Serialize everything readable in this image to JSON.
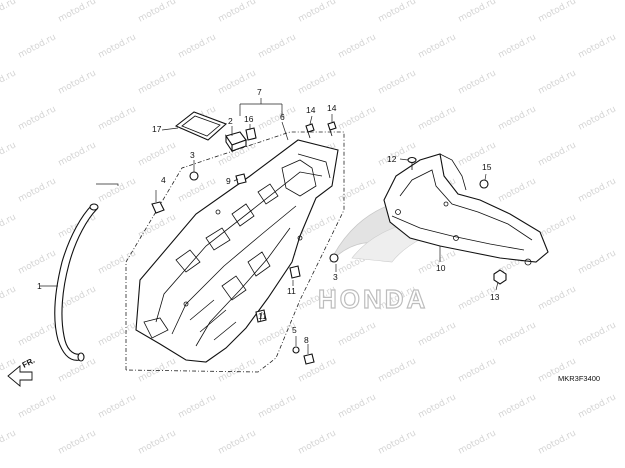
{
  "watermark": {
    "text": "motod.ru"
  },
  "brand": {
    "text": "HONDA"
  },
  "fr_marker": {
    "text": "FR."
  },
  "diagram_code": {
    "text": "MKR3F3400"
  },
  "callouts": [
    {
      "id": "1",
      "label": "1"
    },
    {
      "id": "2",
      "label": "2"
    },
    {
      "id": "3a",
      "label": "3"
    },
    {
      "id": "3b",
      "label": "3"
    },
    {
      "id": "4",
      "label": "4"
    },
    {
      "id": "5",
      "label": "5"
    },
    {
      "id": "6",
      "label": "6"
    },
    {
      "id": "7",
      "label": "7"
    },
    {
      "id": "8",
      "label": "8"
    },
    {
      "id": "9",
      "label": "9"
    },
    {
      "id": "10",
      "label": "10"
    },
    {
      "id": "11a",
      "label": "11"
    },
    {
      "id": "11b",
      "label": "11"
    },
    {
      "id": "12",
      "label": "12"
    },
    {
      "id": "13",
      "label": "13"
    },
    {
      "id": "14a",
      "label": "14"
    },
    {
      "id": "14b",
      "label": "14"
    },
    {
      "id": "15",
      "label": "15"
    },
    {
      "id": "16",
      "label": "16"
    },
    {
      "id": "17",
      "label": "17"
    }
  ]
}
